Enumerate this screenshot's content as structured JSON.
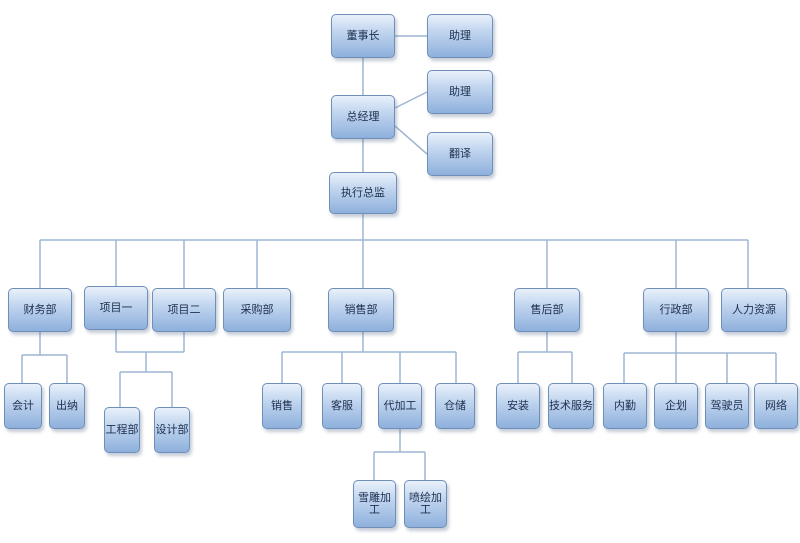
{
  "diagram": {
    "colors": {
      "line": "#9eb6d2"
    },
    "nodes": [
      {
        "id": "chairman",
        "label": "董事长"
      },
      {
        "id": "assistant_chair",
        "label": "助理"
      },
      {
        "id": "gm",
        "label": "总经理"
      },
      {
        "id": "assistant_gm",
        "label": "助理"
      },
      {
        "id": "translator",
        "label": "翻译"
      },
      {
        "id": "exec",
        "label": "执行总监"
      },
      {
        "id": "finance",
        "label": "财务部"
      },
      {
        "id": "proj1",
        "label": "项目一"
      },
      {
        "id": "proj2",
        "label": "项目二"
      },
      {
        "id": "purchase",
        "label": "采购部"
      },
      {
        "id": "sales",
        "label": "销售部"
      },
      {
        "id": "aftersales",
        "label": "售后部"
      },
      {
        "id": "admin",
        "label": "行政部"
      },
      {
        "id": "hr",
        "label": "人力资源"
      },
      {
        "id": "accounting",
        "label": "会计"
      },
      {
        "id": "cashier",
        "label": "出纳"
      },
      {
        "id": "engineering",
        "label": "工程部"
      },
      {
        "id": "design",
        "label": "设计部"
      },
      {
        "id": "sales_staff",
        "label": "销售"
      },
      {
        "id": "cs",
        "label": "客服"
      },
      {
        "id": "oem",
        "label": "代加工"
      },
      {
        "id": "warehouse",
        "label": "仓储"
      },
      {
        "id": "carving",
        "label": "雪雕加工"
      },
      {
        "id": "print",
        "label": "喷绘加工"
      },
      {
        "id": "install",
        "label": "安装"
      },
      {
        "id": "tech",
        "label": "技术服务"
      },
      {
        "id": "internal",
        "label": "内勤"
      },
      {
        "id": "planning",
        "label": "企划"
      },
      {
        "id": "driver",
        "label": "驾驶员"
      },
      {
        "id": "network",
        "label": "网络"
      }
    ]
  }
}
